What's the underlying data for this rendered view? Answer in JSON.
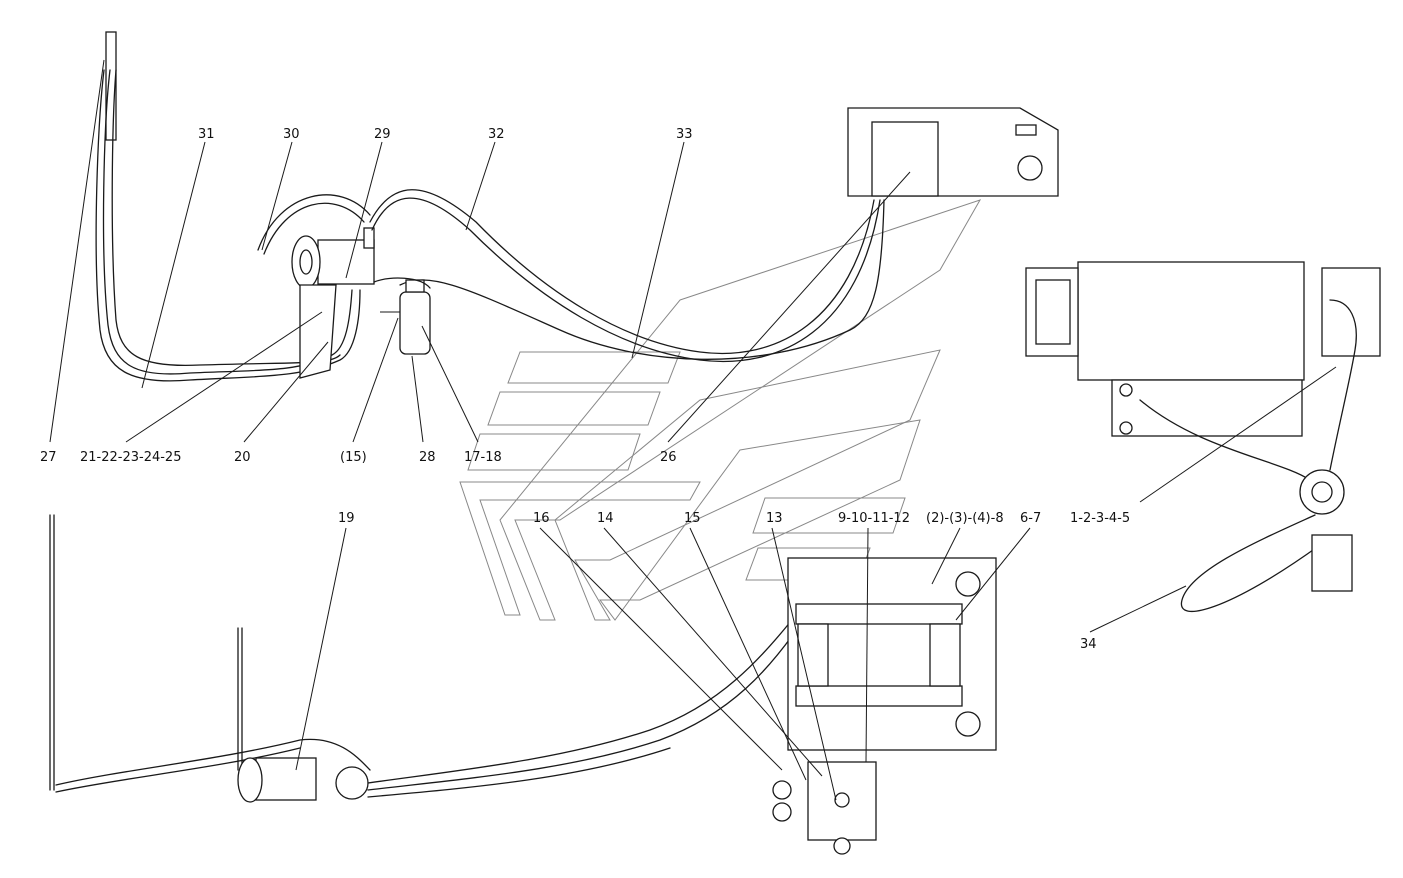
{
  "callouts": [
    {
      "id": "c31",
      "label": "31"
    },
    {
      "id": "c30",
      "label": "30"
    },
    {
      "id": "c29",
      "label": "29"
    },
    {
      "id": "c32",
      "label": "32"
    },
    {
      "id": "c33",
      "label": "33"
    },
    {
      "id": "c27",
      "label": "27"
    },
    {
      "id": "c21",
      "label": "21-22-23-24-25"
    },
    {
      "id": "c20",
      "label": "20"
    },
    {
      "id": "c15a",
      "label": "(15)"
    },
    {
      "id": "c28",
      "label": "28"
    },
    {
      "id": "c17",
      "label": "17-18"
    },
    {
      "id": "c26",
      "label": "26"
    },
    {
      "id": "c1",
      "label": "1-2-3-4-5"
    },
    {
      "id": "c19",
      "label": "19"
    },
    {
      "id": "c16",
      "label": "16"
    },
    {
      "id": "c14",
      "label": "14"
    },
    {
      "id": "c15",
      "label": "15"
    },
    {
      "id": "c13",
      "label": "13"
    },
    {
      "id": "c9",
      "label": "9-10-11-12"
    },
    {
      "id": "c2",
      "label": "(2)-(3)-(4)-8"
    },
    {
      "id": "c6",
      "label": "6-7"
    },
    {
      "id": "c34",
      "label": "34"
    }
  ]
}
